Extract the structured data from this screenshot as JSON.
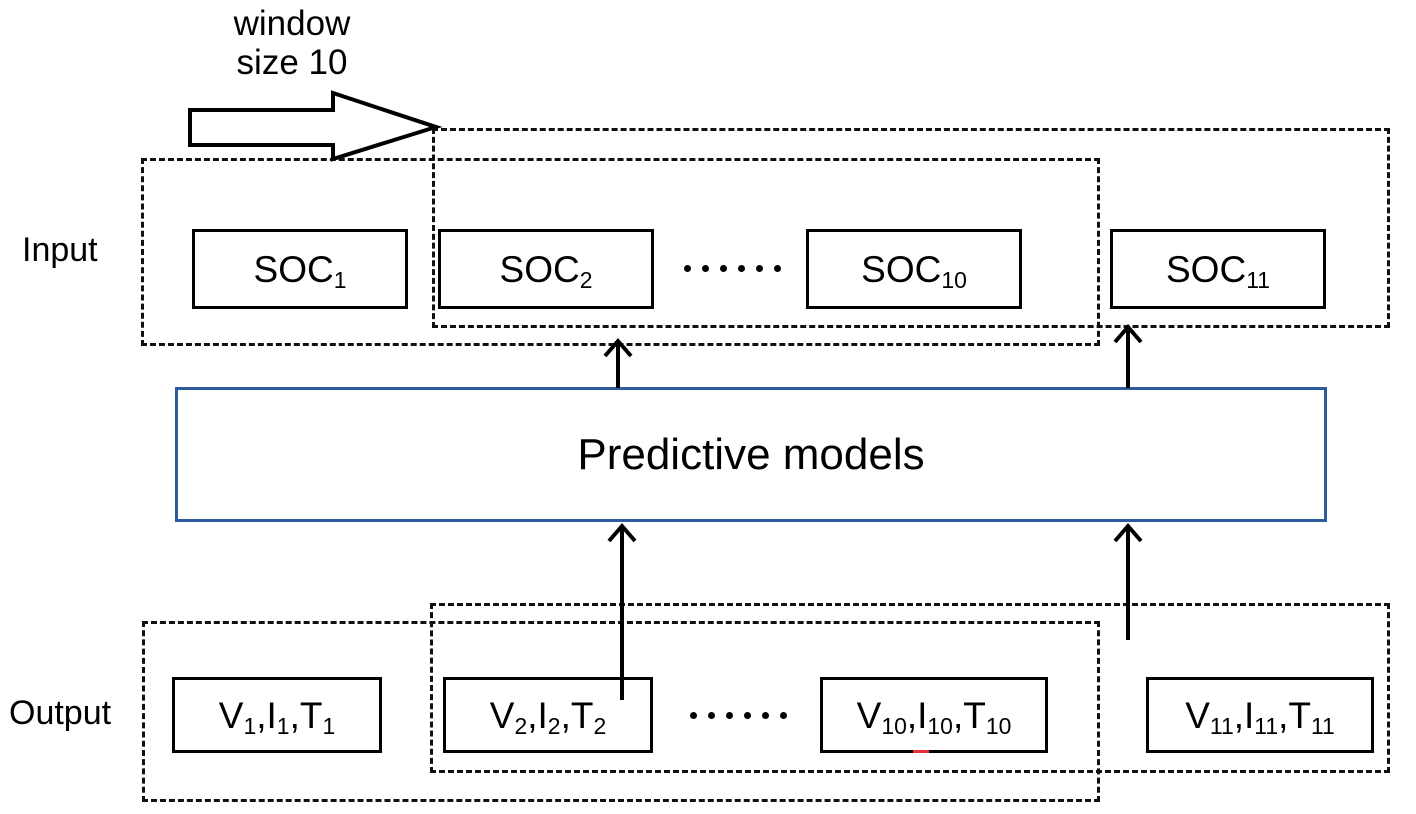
{
  "diagram": {
    "title_caption": "window\nsize 10",
    "rows": [
      {
        "id": "input",
        "label": "Input"
      },
      {
        "id": "output",
        "label": "Output"
      }
    ],
    "model": {
      "label": "Predictive models",
      "accent_color": "#2e5b9e"
    },
    "input_items": [
      {
        "key": "soc1",
        "base": "SOC",
        "sub": "1"
      },
      {
        "key": "soc2",
        "base": "SOC",
        "sub": "2"
      },
      {
        "key": "soc10",
        "base": "SOC",
        "sub": "10"
      },
      {
        "key": "soc11",
        "base": "SOC",
        "sub": "11"
      }
    ],
    "output_items": [
      {
        "key": "vit1",
        "v": "V",
        "i": "I",
        "t": "T",
        "sub": "1"
      },
      {
        "key": "vit2",
        "v": "V",
        "i": "I",
        "t": "T",
        "sub": "2"
      },
      {
        "key": "vit10",
        "v": "V",
        "i": "I",
        "t": "T",
        "sub": "10"
      },
      {
        "key": "vit11",
        "v": "V",
        "i": "I",
        "t": "T",
        "sub": "11"
      }
    ],
    "ellipsis_dot_count": 6,
    "colors": {
      "line": "#000000",
      "dashed": "#111111",
      "model_border": "#2e5b9e",
      "background": "#ffffff",
      "spellcheck_mark": "#e8303a"
    },
    "labels": {
      "input_text": "Input",
      "output_text": "Output",
      "model_text": "Predictive models",
      "window_line1": "window",
      "window_line2": "size 10"
    }
  }
}
